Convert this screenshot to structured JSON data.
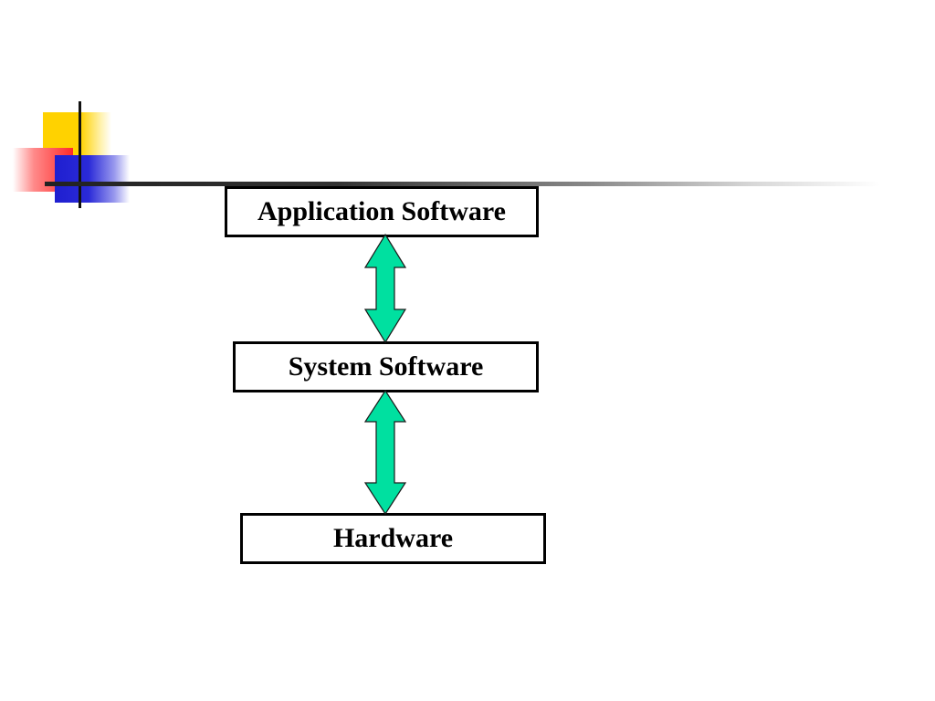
{
  "diagram": {
    "layers": [
      {
        "label": "Application Software"
      },
      {
        "label": "System Software"
      },
      {
        "label": "Hardware"
      }
    ],
    "arrow_color": "#00e0a0",
    "accent_colors": {
      "yellow": "#ffd200",
      "red": "#ff2a2a",
      "blue": "#1f1fd0"
    }
  }
}
